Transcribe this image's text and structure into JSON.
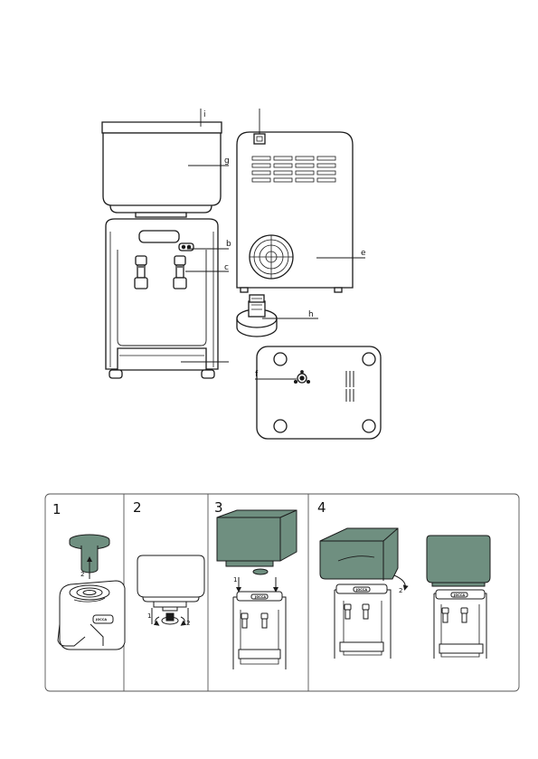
{
  "parts_diagram": {
    "labels": {
      "i": "i",
      "g": "g",
      "b": "b",
      "c": "c",
      "e": "e",
      "h": "h",
      "f": "f"
    }
  },
  "steps": [
    {
      "number": "1",
      "arrow_labels": [
        "2"
      ]
    },
    {
      "number": "2",
      "arrow_labels": [
        "1",
        "2"
      ]
    },
    {
      "number": "3",
      "arrow_labels": [
        "1"
      ]
    },
    {
      "number": "4",
      "arrow_labels": [
        "2"
      ]
    }
  ],
  "brand_text": "JOCCA",
  "colors": {
    "line": "#1a1a1a",
    "tank_fill": "#6f8f80",
    "panel_border": "#555555"
  }
}
